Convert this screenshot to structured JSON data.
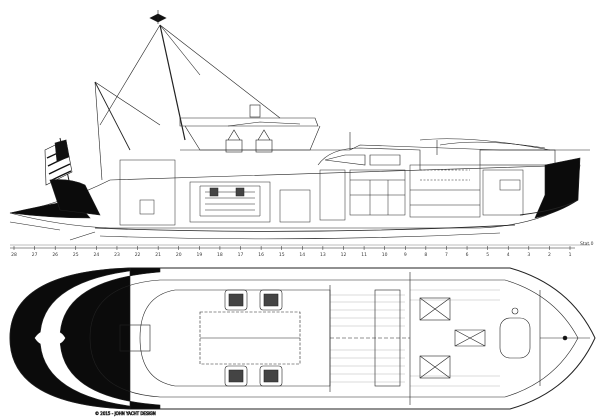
{
  "drawing": {
    "station_labels": [
      "28",
      "27",
      "26",
      "25",
      "24",
      "23",
      "22",
      "21",
      "20",
      "19",
      "18",
      "17",
      "16",
      "15",
      "14",
      "13",
      "12",
      "11",
      "10",
      "9",
      "8",
      "7",
      "6",
      "5",
      "4",
      "3",
      "2",
      "1"
    ],
    "scale_label": "Stat.0",
    "copyright": "© 2015 - JOHN YACHT DESIGN",
    "colors": {
      "ink": "#111111",
      "line": "#333333",
      "hull_black": "#0b0b0b",
      "flag_red": "#b33",
      "flag_blue": "#234"
    }
  }
}
